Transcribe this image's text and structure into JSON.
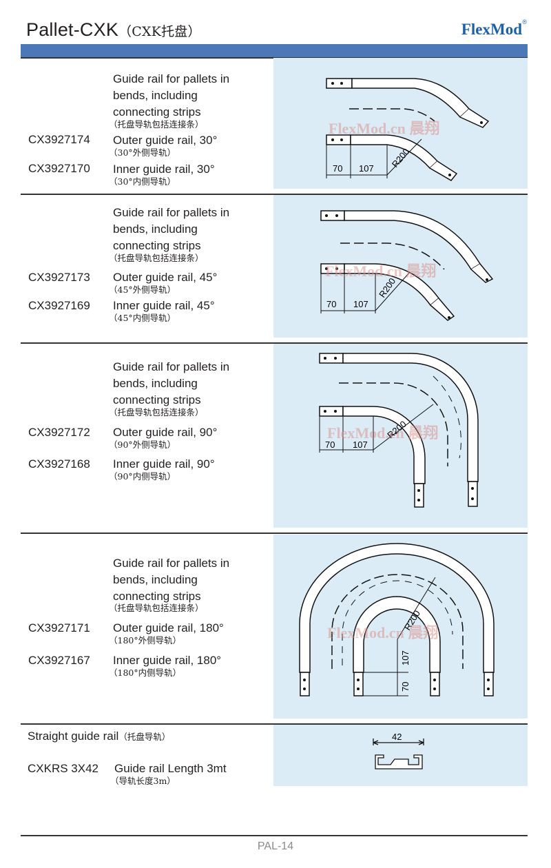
{
  "header": {
    "title": "Pallet-CXK",
    "title_cn": "（CXK托盘）",
    "brand": "FlexMod",
    "brand_mark": "®"
  },
  "watermark": "FlexMod.cn 晨翔",
  "rows": [
    {
      "desc_line1": "Guide rail for pallets in",
      "desc_line2": "bends, including",
      "desc_line3": "connecting strips",
      "desc_cn": "（托盘导轨包括连接条）",
      "items": [
        {
          "code": "CX3927174",
          "name": "Outer guide rail, 30°",
          "name_cn": "（30°外侧导轨）"
        },
        {
          "code": "CX3927170",
          "name": "Inner guide rail, 30°",
          "name_cn": "（30°内侧导轨）"
        }
      ],
      "dims": {
        "a": "70",
        "b": "107",
        "r": "R200"
      }
    },
    {
      "desc_line1": "Guide rail for pallets in",
      "desc_line2": "bends, including",
      "desc_line3": "connecting strips",
      "desc_cn": "（托盘导轨包括连接条）",
      "items": [
        {
          "code": "CX3927173",
          "name": "Outer guide rail, 45°",
          "name_cn": "（45°外侧导轨）"
        },
        {
          "code": "CX3927169",
          "name": "Inner guide rail, 45°",
          "name_cn": "（45°内侧导轨）"
        }
      ],
      "dims": {
        "a": "70",
        "b": "107",
        "r": "R200"
      }
    },
    {
      "desc_line1": "Guide rail for pallets in",
      "desc_line2": "bends, including",
      "desc_line3": "connecting strips",
      "desc_cn": "（托盘导轨包括连接条）",
      "items": [
        {
          "code": "CX3927172",
          "name": "Outer guide rail, 90°",
          "name_cn": "（90°外侧导轨）"
        },
        {
          "code": "CX3927168",
          "name": "Inner guide rail, 90°",
          "name_cn": "（90°内侧导轨）"
        }
      ],
      "dims": {
        "a": "70",
        "b": "107",
        "r": "R200"
      }
    },
    {
      "desc_line1": "Guide rail for pallets in",
      "desc_line2": "bends, including",
      "desc_line3": "connecting strips",
      "desc_cn": "（托盘导轨包括连接条）",
      "items": [
        {
          "code": "CX3927171",
          "name": "Outer guide rail, 180°",
          "name_cn": "（180°外侧导轨）"
        },
        {
          "code": "CX3927167",
          "name": "Inner guide rail, 180°",
          "name_cn": "（180°内侧导轨）"
        }
      ],
      "dims": {
        "a": "70",
        "b": "107",
        "r": "R200"
      }
    }
  ],
  "straight": {
    "heading": "Straight guide rail",
    "heading_cn": "（托盘导轨）",
    "code": "CXKRS 3X42",
    "name": "Guide rail Length 3mt",
    "name_cn": "（导轨长度3m）",
    "dim": "42"
  },
  "footer": {
    "page": "PAL-14"
  }
}
